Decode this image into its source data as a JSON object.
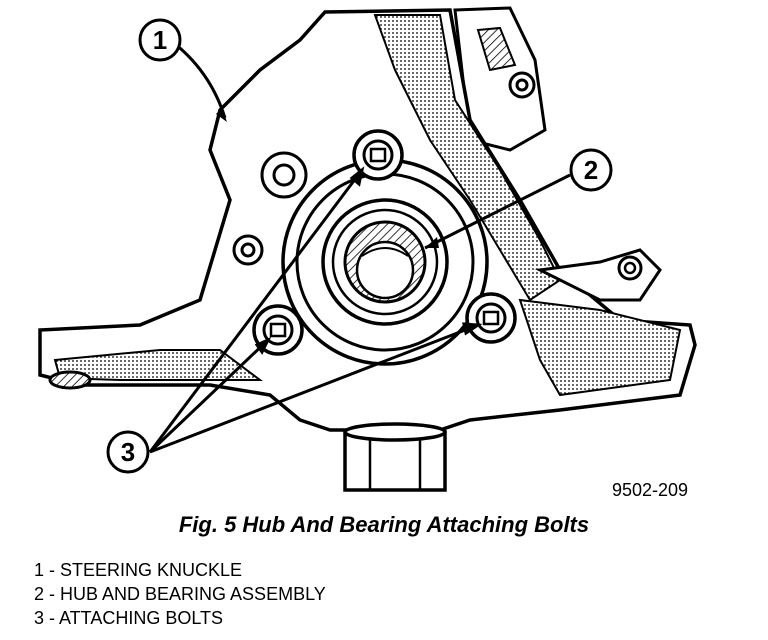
{
  "figure": {
    "figure_number": "9502-209",
    "caption": "Fig. 5 Hub And Bearing Attaching Bolts"
  },
  "callouts": [
    {
      "number": "1",
      "label": "1 - STEERING KNUCKLE"
    },
    {
      "number": "2",
      "label": "2 - HUB AND BEARING ASSEMBLY"
    },
    {
      "number": "3",
      "label": "3 - ATTACHING BOLTS"
    }
  ]
}
